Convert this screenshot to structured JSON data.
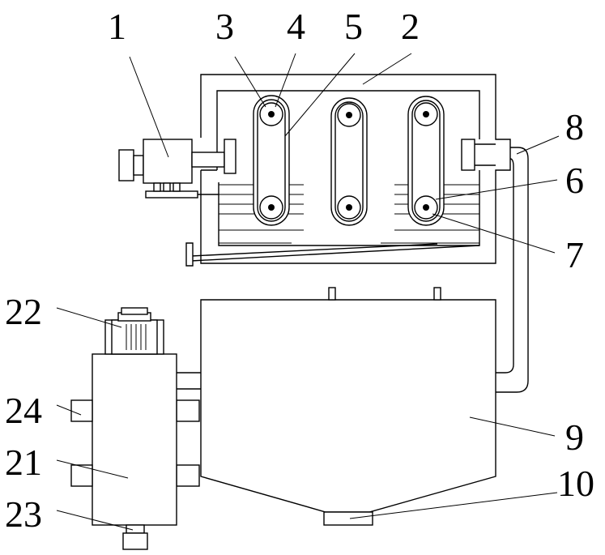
{
  "labels": {
    "l1": "1",
    "l2": "2",
    "l3": "3",
    "l4": "4",
    "l5": "5",
    "l6": "6",
    "l7": "7",
    "l8": "8",
    "l9": "9",
    "l10": "10",
    "l21": "21",
    "l22": "22",
    "l23": "23",
    "l24": "24"
  }
}
